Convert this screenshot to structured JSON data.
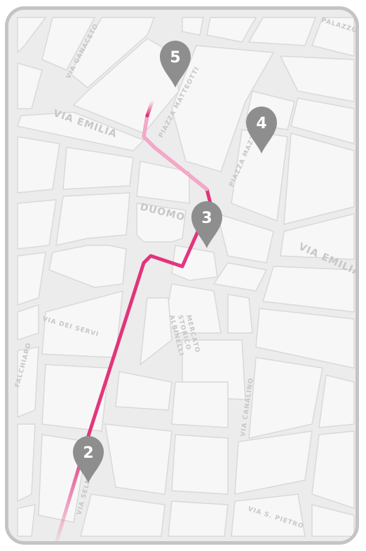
{
  "map": {
    "colors": {
      "block": "#f7f7f7",
      "street": "#ececec",
      "street_edge": "#d9d9d9",
      "label": "#c7c7c7",
      "route": "#e0206f",
      "route_faded": "#f4a8c8",
      "pin": "#8e8e8e",
      "frame": "#c4c4c4"
    },
    "streets": {
      "via_emilia_top": "VIA EMILIA",
      "via_emilia_right": "VIA EMILIA",
      "via_ganaceto": "VIA GANACETO",
      "piazza_matteotti": "PIAZZA MATTEOTTI",
      "piazza_mazzini": "PIAZZA MAZZINI",
      "palazzo": "PALAZZO",
      "duomo": "DUOMO",
      "via_dei_servi": "VIA DEI SERVI",
      "mercato": [
        "MERCATO",
        "STORICO",
        "ALBINELLI"
      ],
      "via_canalino": "VIA CANALINO",
      "via_s_pietro": "VIA S. PIETRO",
      "via_selmi": "VIA SELMI",
      "falchiaro": "FALCHIARO"
    },
    "stops": [
      {
        "number": "2",
        "icon": "map-pin-icon"
      },
      {
        "number": "3",
        "icon": "map-pin-icon"
      },
      {
        "number": "4",
        "icon": "map-pin-icon"
      },
      {
        "number": "5",
        "icon": "map-pin-icon"
      }
    ]
  }
}
